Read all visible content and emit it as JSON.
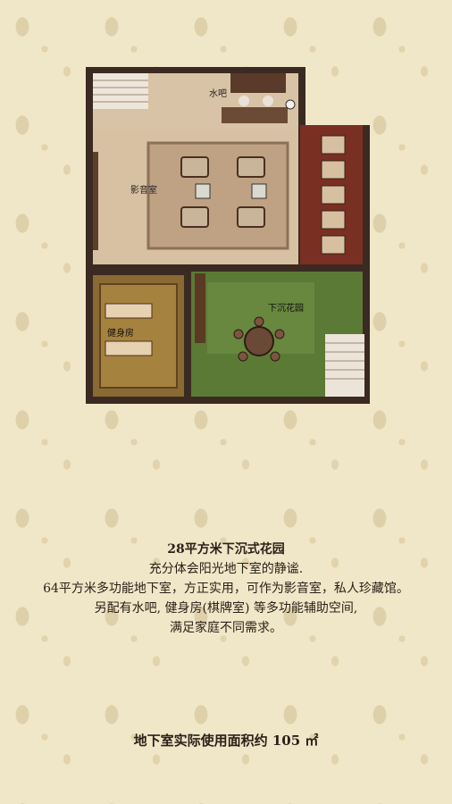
{
  "plan": {
    "rooms": {
      "water_bar": "水吧",
      "cinema": "影音室",
      "gym": "健身房",
      "garden": "下沉花园"
    }
  },
  "description": {
    "line1": "28平方米下沉式花园",
    "line2": "充分体会阳光地下室的静谧.",
    "line3": "64平方米多功能地下室，方正实用，可作为影音室，私人珍藏馆。",
    "line4": "另配有水吧, 健身房(棋牌室) 等多功能辅助空间,",
    "line5": "满足家庭不同需求。"
  },
  "footer": {
    "area_text": "地下室实际使用面积约 105 ㎡"
  }
}
